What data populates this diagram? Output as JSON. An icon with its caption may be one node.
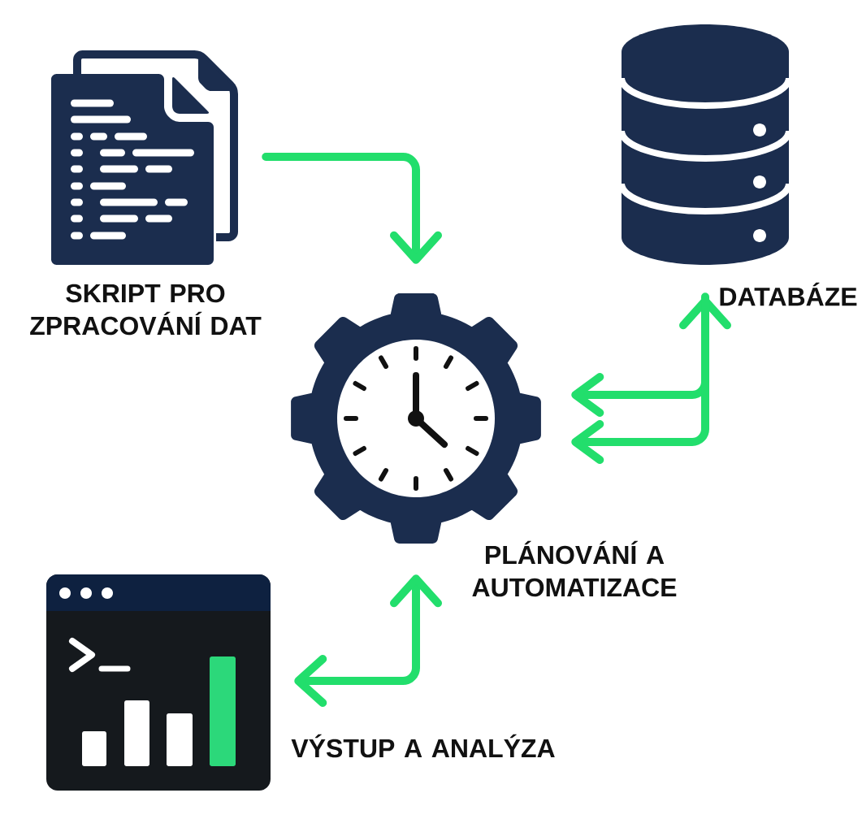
{
  "diagram": {
    "nodes": [
      {
        "text": [
          "SKRIPT PRO ZPRACOVÁNÍ DAT"
        ]
      },
      {
        "text": [
          "DATABÁZE"
        ]
      },
      {
        "text": [
          "PLÁNOVÁNÍ A AUTOMATIZACE"
        ]
      },
      {
        "text": [
          "VÝSTUP A ANALÝZA"
        ]
      }
    ],
    "edges": [
      {
        "from": 0,
        "to": 2,
        "arrow": "to"
      },
      {
        "from": 2,
        "to": 1,
        "arrow": "both"
      },
      {
        "from": 1,
        "to": 2,
        "arrow": "to"
      },
      {
        "from": 3,
        "to": 2,
        "arrow": "both"
      }
    ]
  }
}
